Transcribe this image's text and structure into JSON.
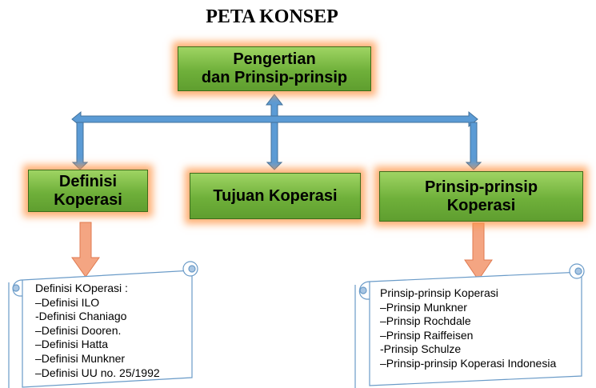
{
  "title": "PETA KONSEP",
  "nodes": {
    "top": "Pengertian\ndan Prinsip-prinsip",
    "left": "Definisi\nKoperasi",
    "middle": "Tujuan Koperasi",
    "right": "Prinsip-prinsip\nKoperasi"
  },
  "left_scroll": {
    "items": [
      "Definisi KOperasi :",
      "–Definisi ILO",
      "-Definisi Chaniago",
      "–Definisi Dooren.",
      "–Definisi Hatta",
      "–Definisi Munkner",
      "–Definisi UU no. 25/1992"
    ]
  },
  "right_scroll": {
    "items": [
      "Prinsip-prinsip Koperasi",
      "–Prinsip Munkner",
      "–Prinsip Rochdale",
      "–Prinsip Raiffeisen",
      "-Prinsip Schulze",
      "–Prinsip-prinsip Koperasi Indonesia"
    ]
  },
  "colors": {
    "box_green": "#6fb03a",
    "glow_orange": "#ff9646",
    "blue_arrow": "#5b9bd5",
    "salmon_arrow": "#f4a582",
    "scroll_border": "#6a9bc8"
  }
}
